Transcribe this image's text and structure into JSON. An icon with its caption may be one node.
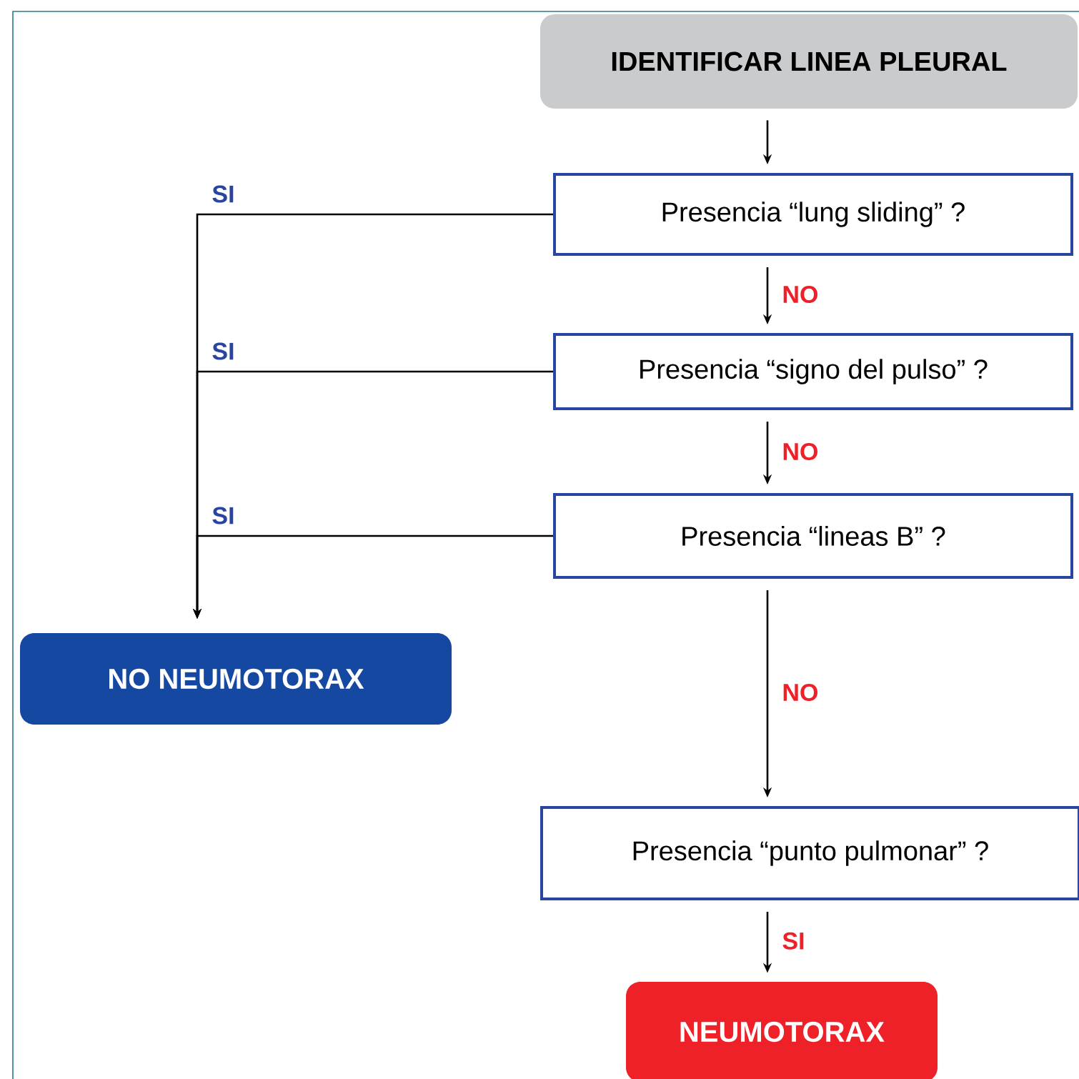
{
  "diagram": {
    "nodes": [
      {
        "text": [
          "IDENTIFICAR LINEA PLEURAL"
        ]
      },
      {
        "text": [
          "Presencia “lung sliding” ?"
        ]
      },
      {
        "text": [
          "Presencia “signo del pulso” ?"
        ]
      },
      {
        "text": [
          "Presencia “lineas B” ?"
        ]
      },
      {
        "text": [
          "NO NEUMOTORAX"
        ]
      },
      {
        "text": [
          "Presencia “punto pulmonar” ?"
        ]
      },
      {
        "text": [
          "NEUMOTORAX"
        ]
      }
    ],
    "edges": [
      {
        "from": 0,
        "to": 1,
        "arrow": "to"
      },
      {
        "from": 1,
        "to": 2,
        "arrow": "to",
        "label": "NO"
      },
      {
        "from": 2,
        "to": 3,
        "arrow": "to",
        "label": "NO"
      },
      {
        "from": 3,
        "to": 5,
        "arrow": "to",
        "label": "NO"
      },
      {
        "from": 5,
        "to": 6,
        "arrow": "to",
        "label": "SI"
      },
      {
        "from": 1,
        "to": 4,
        "arrow": "to",
        "label": "SI"
      },
      {
        "from": 2,
        "to": 4,
        "arrow": "to",
        "label": "SI"
      },
      {
        "from": 3,
        "to": 4,
        "arrow": "to",
        "label": "SI"
      }
    ]
  }
}
